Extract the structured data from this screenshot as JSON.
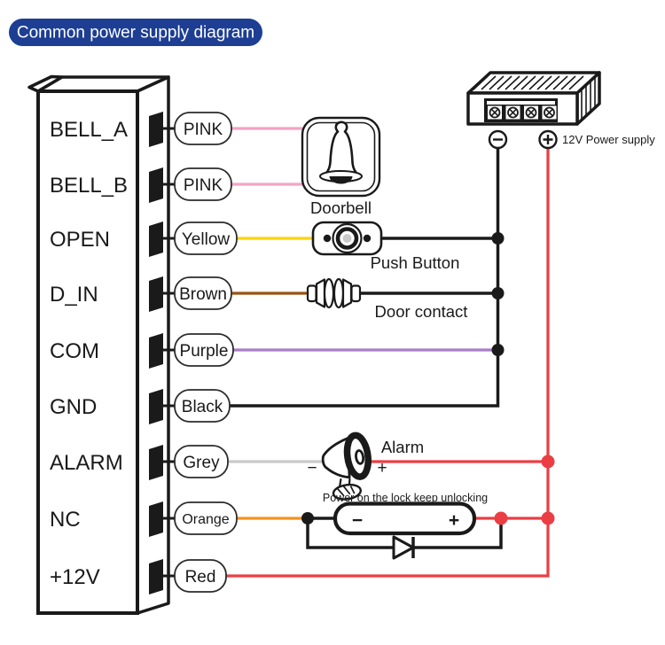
{
  "title": "Common power supply diagram",
  "terminal_block": {
    "rows": [
      {
        "terminal": "BELL_A",
        "wire": "PINK"
      },
      {
        "terminal": "BELL_B",
        "wire": "PINK"
      },
      {
        "terminal": "OPEN",
        "wire": "Yellow"
      },
      {
        "terminal": "D_IN",
        "wire": "Brown"
      },
      {
        "terminal": "COM",
        "wire": "Purple"
      },
      {
        "terminal": "GND",
        "wire": "Black"
      },
      {
        "terminal": "ALARM",
        "wire": "Grey"
      },
      {
        "terminal": "NC",
        "wire": "Orange"
      },
      {
        "terminal": "+12V",
        "wire": "Red"
      }
    ]
  },
  "components": {
    "doorbell": "Doorbell",
    "push_button": "Push Button",
    "door_contact": "Door contact",
    "alarm": "Alarm",
    "lock_note": "Power on the lock keep unlocking",
    "power_supply": "12V Power supply"
  },
  "symbols": {
    "minus": "−",
    "plus": "+"
  },
  "colors": {
    "banner": "#1d3e93",
    "pink": "#f4a3c4",
    "yellow": "#ffd400",
    "brown": "#9b5312",
    "purple": "#aa7dc8",
    "black": "#1a1a1a",
    "grey": "#c9c9c9",
    "orange": "#f6921e",
    "red": "#ea3e44"
  }
}
